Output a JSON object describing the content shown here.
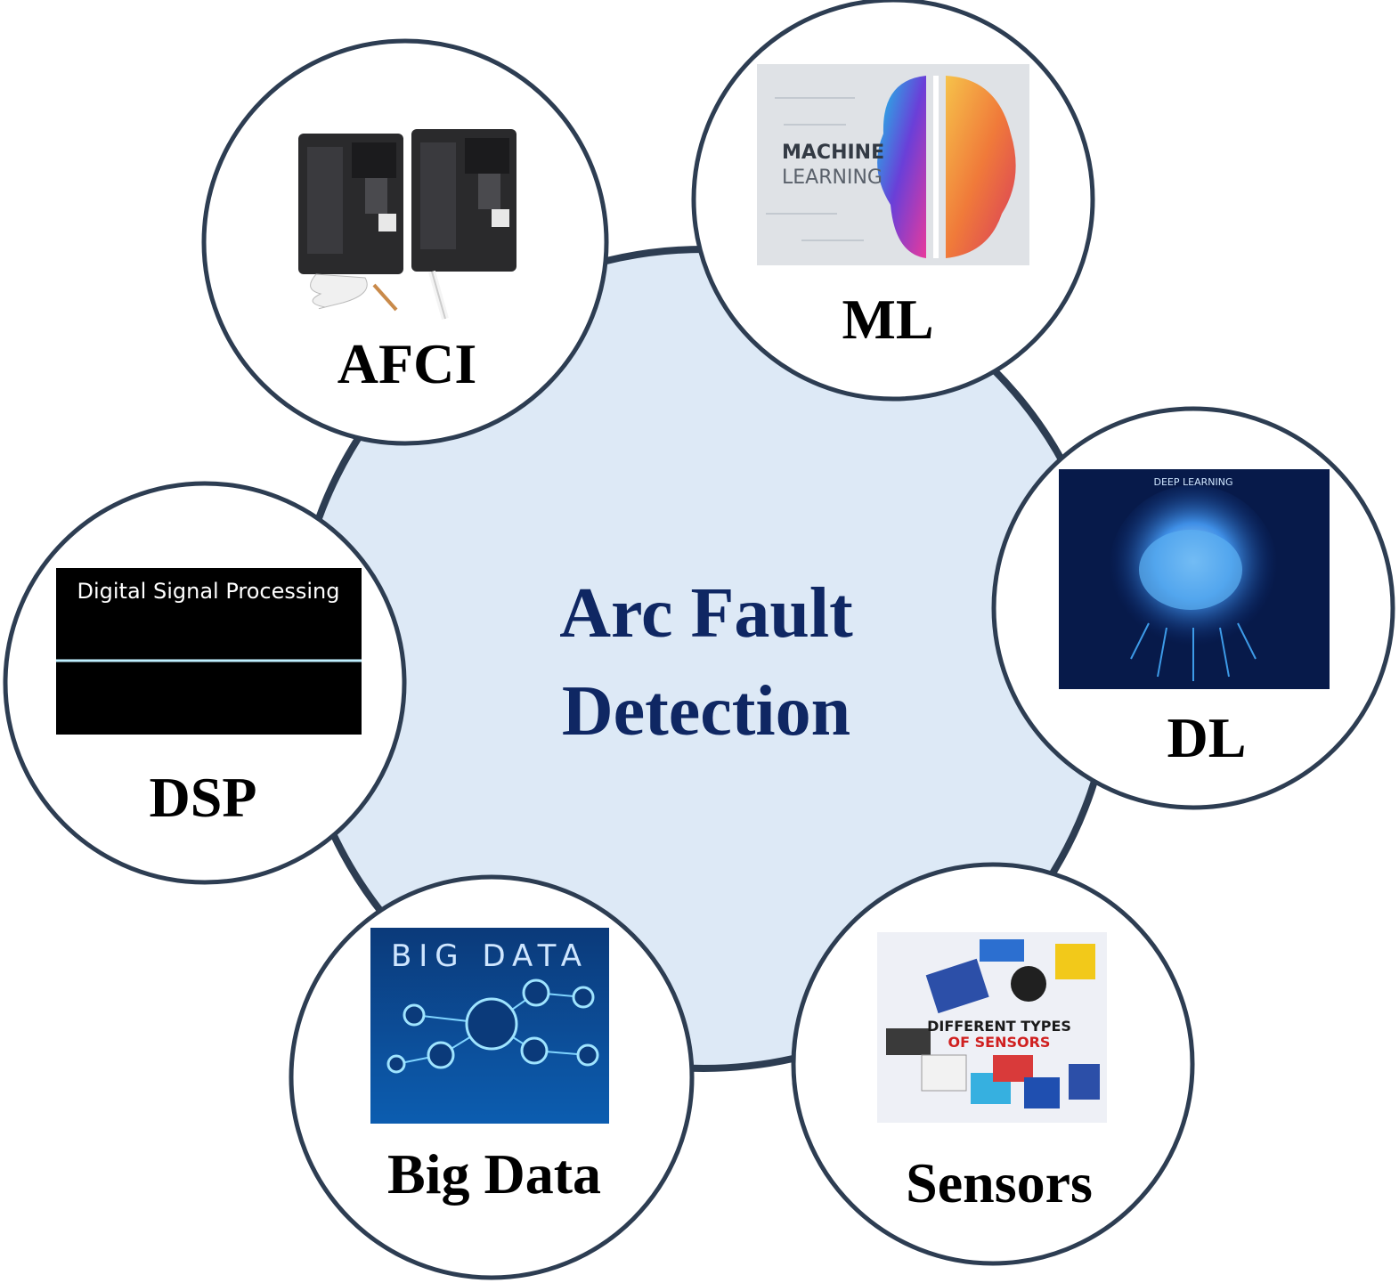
{
  "center": {
    "title_line1": "Arc Fault",
    "title_line2": "Detection"
  },
  "nodes": [
    {
      "id": "afci",
      "label": "AFCI",
      "icon": "circuit-breaker-icon"
    },
    {
      "id": "ml",
      "label": "ML",
      "icon": "brain-circuit-icon",
      "image_text": [
        "MACHINE",
        "LEARNING"
      ]
    },
    {
      "id": "dl",
      "label": "DL",
      "icon": "glowing-brain-icon",
      "image_text": [
        "DEEP LEARNING"
      ]
    },
    {
      "id": "sensors",
      "label": "Sensors",
      "icon": "sensor-modules-icon",
      "image_text": [
        "DIFFERENT TYPES",
        "OF SENSORS"
      ]
    },
    {
      "id": "bigdata",
      "label": "Big Data",
      "icon": "network-people-icon",
      "image_text": [
        "BIG DATA"
      ]
    },
    {
      "id": "dsp",
      "label": "DSP",
      "icon": "waveform-icon",
      "image_text": [
        "Digital Signal Processing"
      ]
    }
  ],
  "colors": {
    "center_fill": "#dde9f6",
    "outline": "#2d3d52",
    "title": "#0f2763",
    "label": "#000000"
  }
}
